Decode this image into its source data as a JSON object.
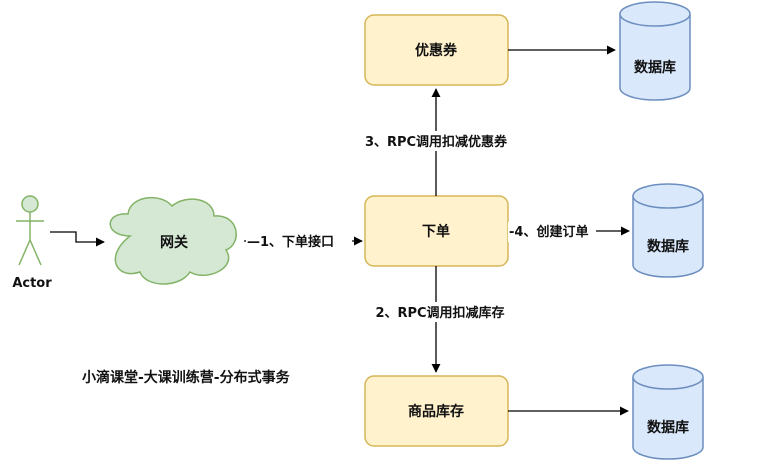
{
  "colors": {
    "service_fill": "#fff2cc",
    "service_stroke": "#d6b656",
    "db_fill": "#dae8fc",
    "db_stroke": "#6c8ebf",
    "gateway_fill": "#d5e8d4",
    "gateway_stroke": "#82b366",
    "actor_stroke": "#82b366",
    "edge": "#000000"
  },
  "nodes": {
    "actor": "Actor",
    "gateway": "网关",
    "coupon_service": "优惠券",
    "order_service": "下单",
    "inventory_service": "商品库存",
    "database_coupon": "数据库",
    "database_order": "数据库",
    "database_inventory": "数据库"
  },
  "edges": {
    "gateway_to_order": "—1、下单接口",
    "order_to_inventory": "2、RPC调用扣减库存",
    "order_to_coupon": "3、RPC调用扣减优惠券",
    "order_to_db": "-4、创建订单"
  },
  "caption": "小滴课堂-大课训练营-分布式事务"
}
